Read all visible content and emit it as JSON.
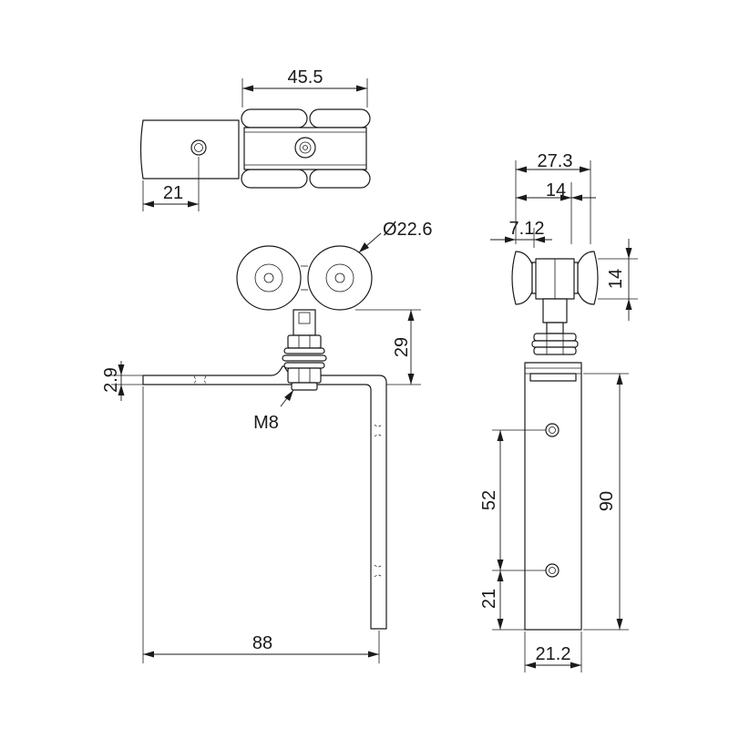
{
  "dimensions": {
    "top_width": "45.5",
    "top_offset": "21",
    "wheel_diameter": "Ø22.6",
    "bolt": "M8",
    "stem_height": "29",
    "plate_thickness": "2.9",
    "bracket_width": "88",
    "side_width": "27.3",
    "side_half": "14",
    "side_offset": "7.12",
    "side_wheel_height": "14",
    "hole_spacing": "52",
    "hole_offset": "21",
    "bracket_height": "90",
    "bracket_depth": "21.2"
  }
}
